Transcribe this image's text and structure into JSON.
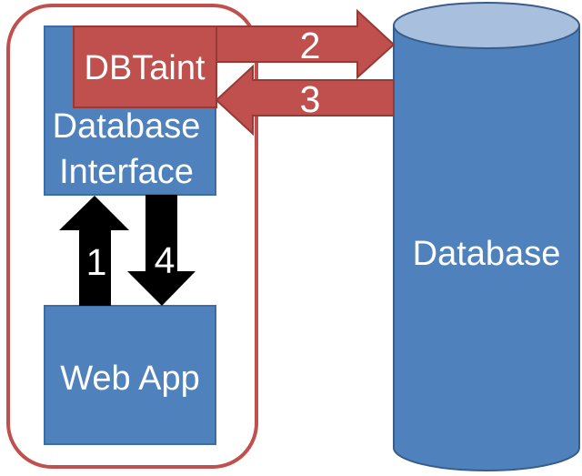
{
  "nodes": {
    "dbtaint": {
      "label": "DBTaint"
    },
    "database_interface": {
      "line1": "Database",
      "line2": "Interface"
    },
    "web_app": {
      "label": "Web App"
    },
    "database": {
      "label": "Database"
    }
  },
  "arrows": {
    "arrow1": {
      "label": "1",
      "direction": "up",
      "color_name": "black",
      "from": "Web App",
      "to": "Database Interface"
    },
    "arrow2": {
      "label": "2",
      "direction": "right",
      "color_name": "red",
      "from": "DBTaint",
      "to": "Database"
    },
    "arrow3": {
      "label": "3",
      "direction": "left",
      "color_name": "red",
      "from": "Database",
      "to": "DBTaint"
    },
    "arrow4": {
      "label": "4",
      "direction": "down",
      "color_name": "black",
      "from": "Database Interface",
      "to": "Web App"
    }
  },
  "colors": {
    "box_blue": "#4f81bd",
    "box_blue_outline": "#3d6da7",
    "cylinder_blue": "#4f81bd",
    "cylinder_top_blue": "#a8c0de",
    "cylinder_outline": "#385d8a",
    "arrow_red": "#c0504d",
    "arrow_red_outline": "#963a36",
    "container_border": "#c0504d",
    "arrow_black": "#000000",
    "label_text": "#ffffff"
  }
}
